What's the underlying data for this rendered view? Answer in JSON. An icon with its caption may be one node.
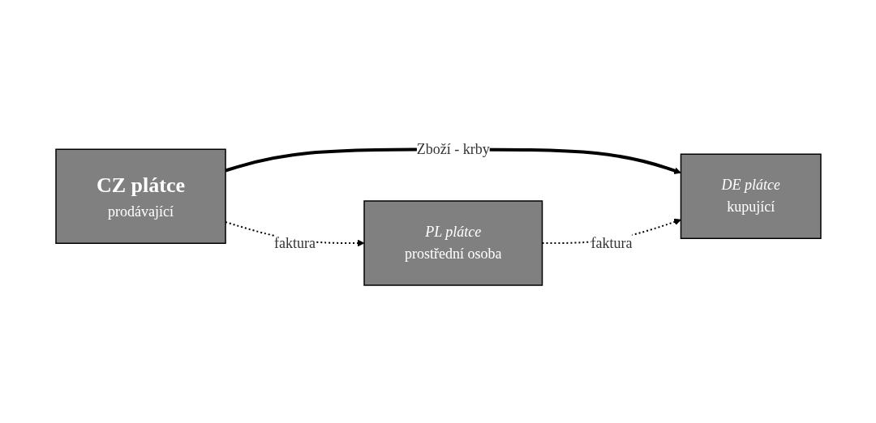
{
  "diagram": {
    "nodes": [
      {
        "text": [
          "CZ plátce",
          "prodávající"
        ]
      },
      {
        "text": [
          "DE plátce",
          "kupující"
        ]
      },
      {
        "text": [
          "PL plátce",
          "prostřední osoba"
        ]
      }
    ],
    "edges": [
      {
        "from": 0,
        "to": 1,
        "arrow": "to",
        "label": "Zboží - krby",
        "style": "thick"
      },
      {
        "from": 0,
        "to": 2,
        "arrow": "to",
        "label": "faktura",
        "style": "dashed"
      },
      {
        "from": 2,
        "to": 1,
        "arrow": "to",
        "label": "faktura",
        "style": "dashed"
      }
    ]
  }
}
